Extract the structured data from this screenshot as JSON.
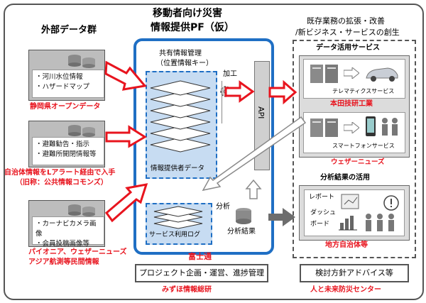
{
  "left": {
    "title": "外部データ群",
    "sources": [
      {
        "items": [
          "・河川水位情報",
          "・ハザードマップ"
        ],
        "provider": "静岡県オープンデータ"
      },
      {
        "items": [
          "・避難勧告・指示",
          "・避難所開閉情報等"
        ],
        "provider_lines": [
          "自治体情報をLアラート経由で入手",
          "（旧称：公共情報コモンズ）"
        ]
      },
      {
        "items": [
          "・カーナビカメラ画像",
          "・会員投稿画像等"
        ],
        "provider_lines": [
          "パイオニア、ウェザーニューズ",
          "アジア航測等民間情報"
        ]
      }
    ]
  },
  "center": {
    "title_lines": [
      "移動者向け災害",
      "情報提供PF（仮）"
    ],
    "shared_label_lines": [
      "共有情報管理",
      "（位置情報キー）"
    ],
    "provider_data_label": "情報提供者データ",
    "process_label": "加工",
    "api_label": "API",
    "service_log_label": "サービス利用ログ",
    "analysis_label": "分析",
    "analysis_result_label": "分析結果",
    "operator": "富士通"
  },
  "right": {
    "title_lines": [
      "既存業務の拡張・改善",
      "/新ビジネス・サービスの創生"
    ],
    "data_service_title": "データ活用サービス",
    "services": [
      {
        "label": "テレマティクスサービス",
        "provider": "本田技研工業"
      },
      {
        "label": "スマートフォンサービス",
        "provider": "ウェザーニューズ"
      }
    ],
    "analysis_title": "分析結果の活用",
    "analysis_items": [
      "レポート",
      "ダッシュ",
      "ボード"
    ],
    "analysis_provider": "地方自治体等"
  },
  "bottom": {
    "left_box": "プロジェクト企画・運営、進捗管理",
    "left_org": "みずほ情報総研",
    "right_box": "検討方針アドバイス等",
    "right_org": "人と未来防災センター"
  },
  "colors": {
    "red": "#e8141e",
    "blue": "#1f6fc4",
    "lightblue": "#c7dcf2",
    "gray": "#bdbdbd",
    "arrow_gray": "#6d6d6d"
  }
}
